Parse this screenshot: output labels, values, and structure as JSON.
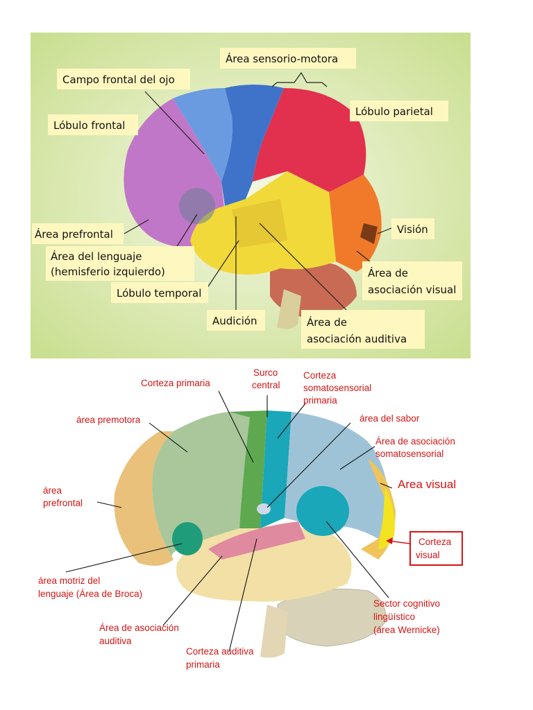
{
  "top": {
    "labels": {
      "area_sensorio_motora": "Área sensorio-motora",
      "campo_frontal": "Campo frontal del ojo",
      "lobulo_frontal": "Lóbulo frontal",
      "lobulo_parietal": "Lóbulo parietal",
      "area_prefrontal": "Área prefrontal",
      "vision": "Visión",
      "area_lenguaje_1": "Área del lenguaje",
      "area_lenguaje_2": "(hemisferio izquierdo)",
      "area_asoc_visual_1": "Área de",
      "area_asoc_visual_2": "asociación visual",
      "lobulo_temporal": "Lóbulo temporal",
      "audicion": "Audición",
      "area_asoc_auditiva_1": "Área de",
      "area_asoc_auditiva_2": "asociación auditiva"
    },
    "colors": {
      "background": "#dde9b4",
      "label_box": "#fff7c0",
      "frontal": "#c177c8",
      "frontal_eye": "#6a9be0",
      "motor": "#3f73c9",
      "parietal": "#e2304f",
      "temporal": "#f2d93a",
      "occipital": "#f07a2a",
      "cerebellum": "#c96a55"
    }
  },
  "bottom": {
    "labels": {
      "corteza_primaria": "Corteza primaria",
      "surco_1": "Surco",
      "surco_2": "central",
      "corteza_soma_1": "Corteza",
      "corteza_soma_2": "somatosensorial",
      "corteza_soma_3": "primaria",
      "area_premotora": "área premotora",
      "area_sabor": "área del sabor",
      "area_asoc_soma_1": "Área de asociación",
      "area_asoc_soma_2": "somatosensorial",
      "area_prefrontal_1": "área",
      "area_prefrontal_2": "prefrontal",
      "area_visual": "Area visual",
      "corteza_visual_1": "Corteza",
      "corteza_visual_2": "visual",
      "area_motriz_1": "área motriz del",
      "area_motriz_2": "lenguaje (Área de Broca)",
      "sector_cog_1": "Sector cognitivo",
      "sector_cog_2": "lingüístico",
      "sector_cog_3": "(área Wernicke)",
      "area_asoc_aud_1": "Área de asociación",
      "area_asoc_aud_2": "auditiva",
      "corteza_aud_1": "Corteza auditiva",
      "corteza_aud_2": "primaria"
    },
    "colors": {
      "label": "#d61313",
      "prefrontal": "#e9c17a",
      "premotor": "#a9c79b",
      "primary_motor": "#5ea84f",
      "somatosensory": "#19a7b9",
      "association": "#9fc3d6",
      "visual": "#f4e321",
      "broca": "#1f9c7a",
      "temporal": "#f2e0a6",
      "auditory": "#e08aa0"
    }
  }
}
